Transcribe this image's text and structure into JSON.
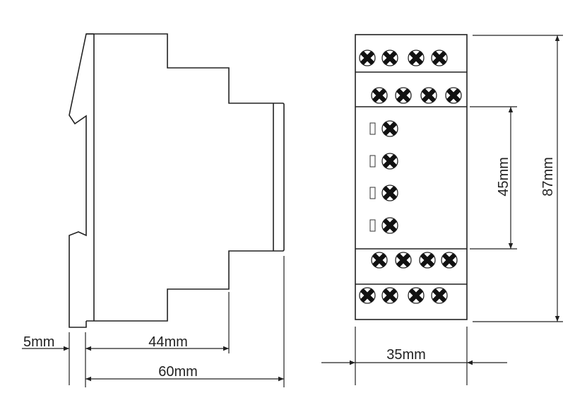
{
  "dimensions": {
    "clip_depth": "5mm",
    "step_depth": "44mm",
    "total_depth": "60mm",
    "width": "35mm",
    "front_height": "45mm",
    "total_height": "87mm"
  },
  "terminal_rows": [
    {
      "name": "top-row-1",
      "count": 4
    },
    {
      "name": "top-row-2",
      "count": 4
    },
    {
      "name": "bottom-row-1",
      "count": 4
    },
    {
      "name": "bottom-row-2",
      "count": 4
    }
  ],
  "indicator_count": 4,
  "colors": {
    "line": "#222222",
    "background": "#ffffff"
  }
}
